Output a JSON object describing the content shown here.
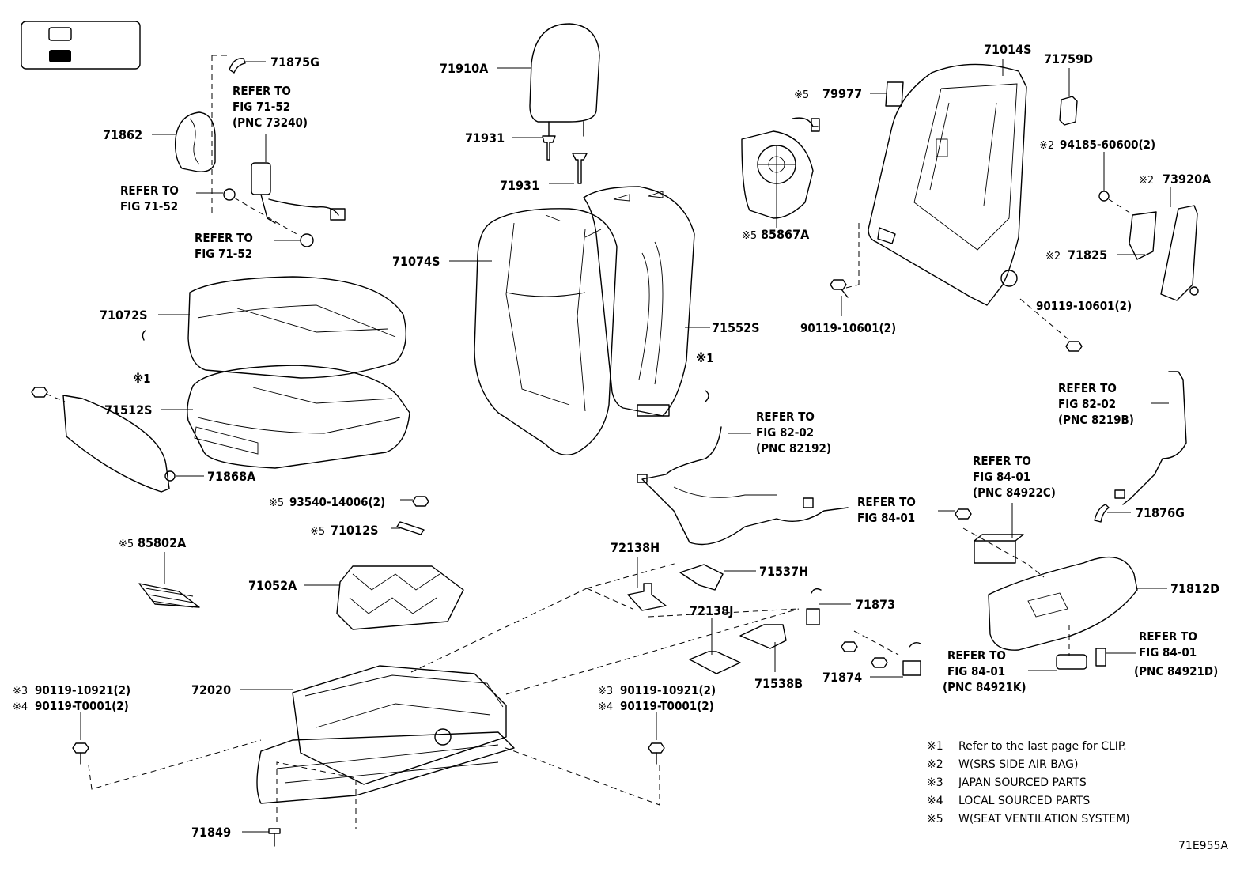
{
  "legend_box": {
    "items": [
      "",
      ""
    ]
  },
  "labels": {
    "p71875G": "71875G",
    "p71862": "71862",
    "p71910A": "71910A",
    "p71931a": "71931",
    "p71931b": "71931",
    "p71074S": "71074S",
    "p71072S": "71072S",
    "p71512S": "71512S",
    "p71868A": "71868A",
    "p71552S": "71552S",
    "p79977": "79977",
    "p85867A": "85867A",
    "p71014S": "71014S",
    "p71759D": "71759D",
    "p94185": "94185-60600(2)",
    "p73920A": "73920A",
    "p71825": "71825",
    "p90119a": "90119-10601(2)",
    "p90119b": "90119-10601(2)",
    "p93540": "93540-14006(2)",
    "p71012S": "71012S",
    "p85802A": "85802A",
    "p71052A": "71052A",
    "p72138H": "72138H",
    "p71537H": "71537H",
    "p72138J": "72138J",
    "p71538B": "71538B",
    "p71873": "71873",
    "p71874": "71874",
    "p71876G": "71876G",
    "p71812D": "71812D",
    "p72020": "72020",
    "p71849": "71849",
    "bolt_left_1": "90119-10921(2)",
    "bolt_left_2": "90119-T0001(2)",
    "bolt_mid_1": "90119-10921(2)",
    "bolt_mid_2": "90119-T0001(2)"
  },
  "marks": {
    "m1": "※1",
    "m2": "※2",
    "m3": "※3",
    "m4": "※4",
    "m5": "※5",
    "m5b": "※5",
    "m5c": "※5",
    "m5d": "※5",
    "m5e": "※5",
    "m2b": "※2",
    "m2c": "※2",
    "m1b": "※1",
    "m3b": "※3",
    "m4b": "※4",
    "m5f": "※5"
  },
  "refs": {
    "r1": {
      "l1": "REFER TO",
      "l2": "FIG 71-52",
      "l3": "(PNC 73240)"
    },
    "r2": {
      "l1": "REFER TO",
      "l2": "FIG 71-52"
    },
    "r3": {
      "l1": "REFER TO",
      "l2": "FIG 71-52"
    },
    "r4": {
      "l1": "REFER TO",
      "l2": "FIG 82-02",
      "l3": "(PNC 82192)"
    },
    "r5": {
      "l1": "REFER TO",
      "l2": "FIG 82-02",
      "l3": "(PNC 8219B)"
    },
    "r6": {
      "l1": "REFER TO",
      "l2": "FIG 84-01",
      "l3": "(PNC 84922C)"
    },
    "r7": {
      "l1": "REFER TO",
      "l2": "FIG 84-01"
    },
    "r8": {
      "l1": "REFER TO",
      "l2": "FIG 84-01",
      "l3": "(PNC 84921K)"
    },
    "r9": {
      "l1": "REFER TO",
      "l2": "FIG 84-01",
      "l3": "(PNC 84921D)"
    }
  },
  "notes": [
    {
      "mark": "※1",
      "text": "Refer to the last page for CLIP."
    },
    {
      "mark": "※2",
      "text": "W(SRS SIDE AIR BAG)"
    },
    {
      "mark": "※3",
      "text": "JAPAN SOURCED PARTS"
    },
    {
      "mark": "※4",
      "text": "LOCAL SOURCED PARTS"
    },
    {
      "mark": "※5",
      "text": "W(SEAT VENTILATION SYSTEM)"
    }
  ],
  "figure_code": "71E955A"
}
